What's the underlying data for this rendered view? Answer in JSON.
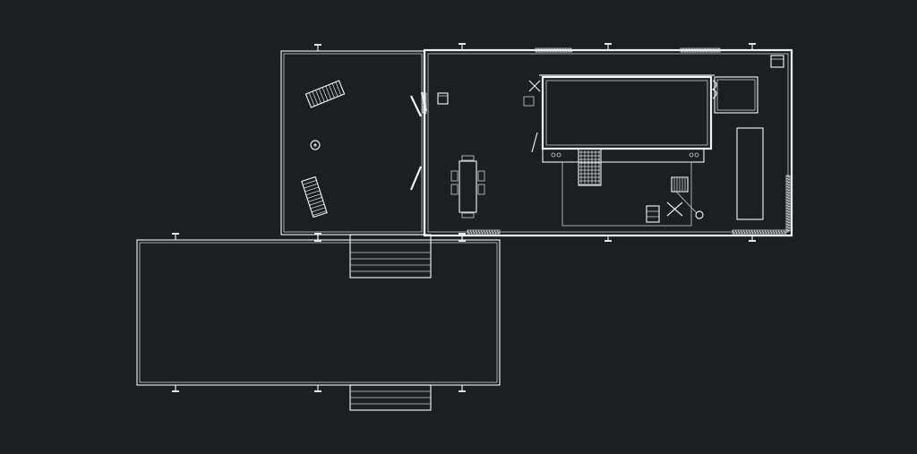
{
  "diagram": {
    "type": "architectural-floor-plan",
    "view": "top-down",
    "colors": {
      "background": "#1c1f22",
      "linework": "#e4e7ea"
    },
    "elements": [
      "upper-deck",
      "lower-terrace",
      "living-area",
      "kitchen-area",
      "dining-table",
      "kitchen-island",
      "sofa",
      "lounge-chairs",
      "main-steps",
      "lower-steps",
      "support-columns"
    ]
  }
}
